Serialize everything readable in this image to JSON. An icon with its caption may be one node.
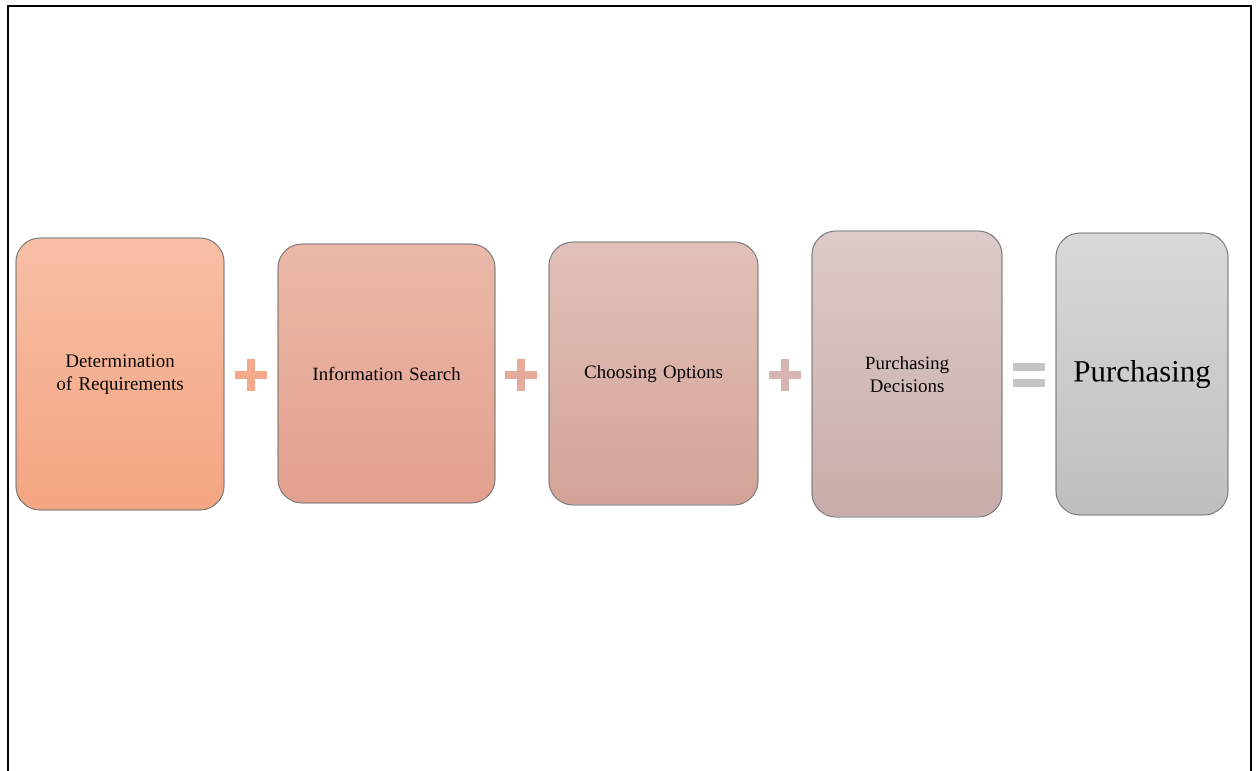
{
  "diagram": {
    "nodes": [
      {
        "text": [
          "Determination of Requirements"
        ]
      },
      {
        "text": [
          "Information Search"
        ]
      },
      {
        "text": [
          "Choosing Options"
        ]
      },
      {
        "text": [
          "Purchasing Decisions"
        ]
      },
      {
        "text": [
          "Purchasing"
        ]
      }
    ]
  }
}
